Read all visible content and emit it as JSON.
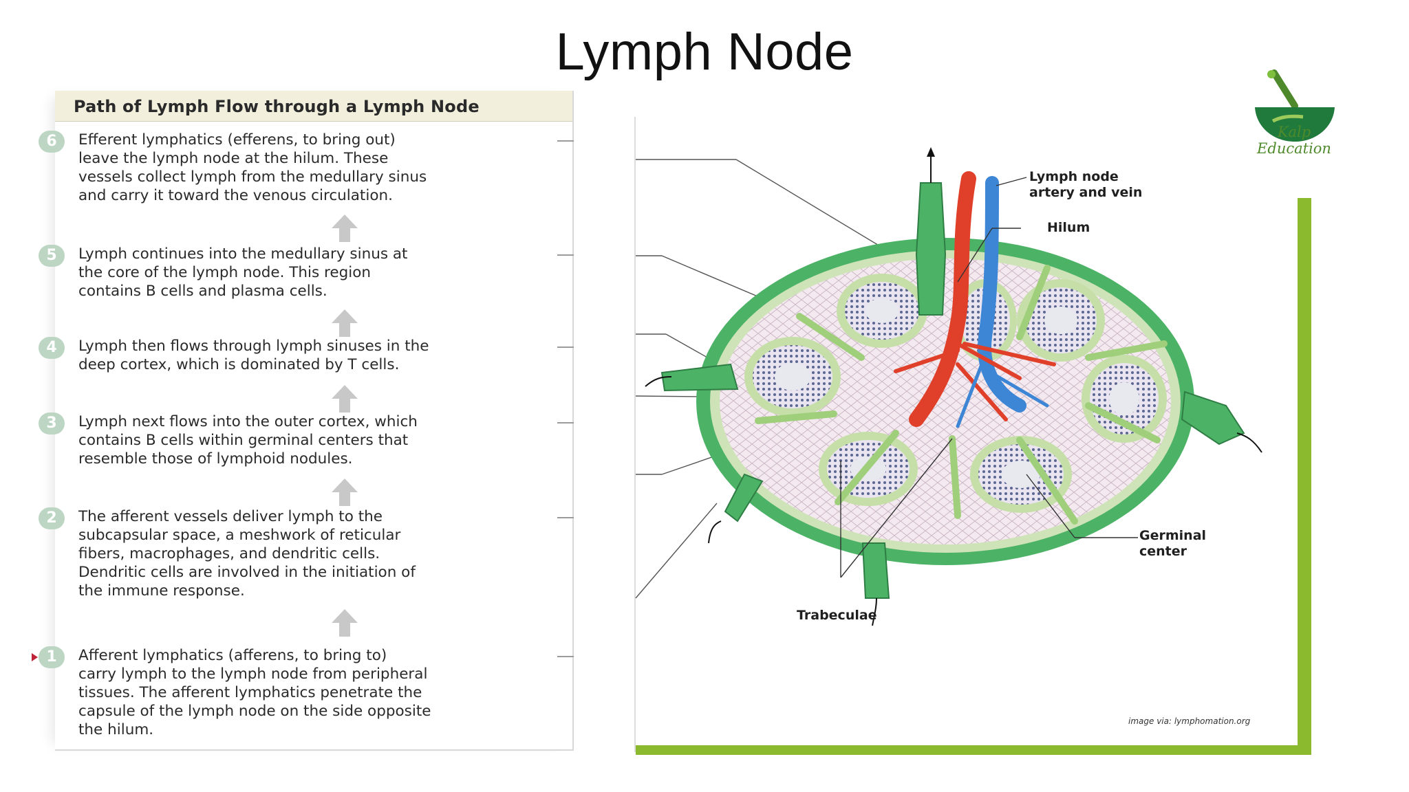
{
  "slide": {
    "title": "Lymph Node"
  },
  "flow": {
    "header": "Path of Lymph Flow through a Lymph Node",
    "steps": [
      {
        "number": "6",
        "text": "Efferent lymphatics (efferens, to bring out)\nleave the lymph node at the hilum. These\nvessels collect lymph from the medullary sinus\nand carry it toward the venous circulation."
      },
      {
        "number": "5",
        "text": "Lymph continues into the medullary sinus at\nthe core of the lymph node. This region\ncontains B cells and plasma cells."
      },
      {
        "number": "4",
        "text": "Lymph then flows through lymph sinuses in the\ndeep cortex, which is dominated by T cells."
      },
      {
        "number": "3",
        "text": "Lymph next flows into the outer cortex, which\ncontains B cells within germinal centers that\nresemble those of lymphoid nodules."
      },
      {
        "number": "2",
        "text": "The afferent vessels deliver lymph to the\nsubcapsular space, a meshwork of reticular\nfibers, macrophages, and dendritic cells.\nDendritic cells are involved in the initiation of\nthe immune response."
      },
      {
        "number": "1",
        "text": "Afferent lymphatics (afferens, to bring to)\ncarry lymph to the lymph node from peripheral\ntissues. The afferent lymphatics penetrate the\ncapsule of the lymph node on the side opposite\nthe hilum."
      }
    ]
  },
  "diagram": {
    "labels": {
      "artery_vein": "Lymph node\nartery and vein",
      "hilum": "Hilum",
      "germinal_center": "Germinal\ncenter",
      "trabeculae": "Trabeculae"
    },
    "credit": "image via: lymphomation.org",
    "colors": {
      "capsule": "#3fa35a",
      "artery": "#e0402a",
      "vein": "#3d86d6",
      "frame": "#8cba2e"
    }
  },
  "logo": {
    "text": "Kalp Education",
    "icon": "mortar-pestle-icon"
  }
}
